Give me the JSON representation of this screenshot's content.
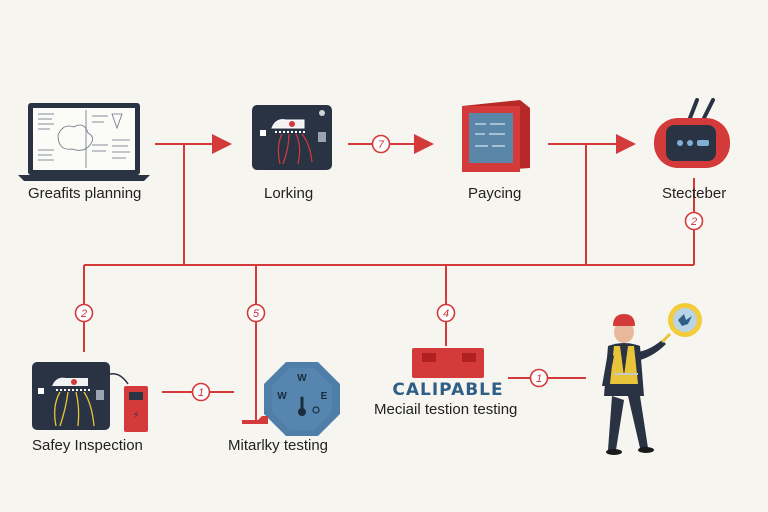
{
  "steps": {
    "graphics_planning": "Greafits planning",
    "lorking": "Lorking",
    "paycing": "Paycing",
    "stecteber": "Stecteber",
    "safety_inspection": "Safey Inspection",
    "mitarlky_testing": "Mitarlky testing",
    "meciail_testing": "Meciail testion testing"
  },
  "badges": {
    "b1": "7",
    "b2": "2",
    "b3": "2",
    "b4": "5",
    "b5": "4",
    "b6": "1",
    "b7": "1"
  },
  "gauge_letters": {
    "top": "W",
    "left": "W",
    "right": "E"
  },
  "calipable_label": "CALIPABLE",
  "colors": {
    "line": "#d43a3a",
    "background": "#f7f5f0",
    "panel_dark": "#2a3344",
    "gauge": "#4f7fa8"
  }
}
